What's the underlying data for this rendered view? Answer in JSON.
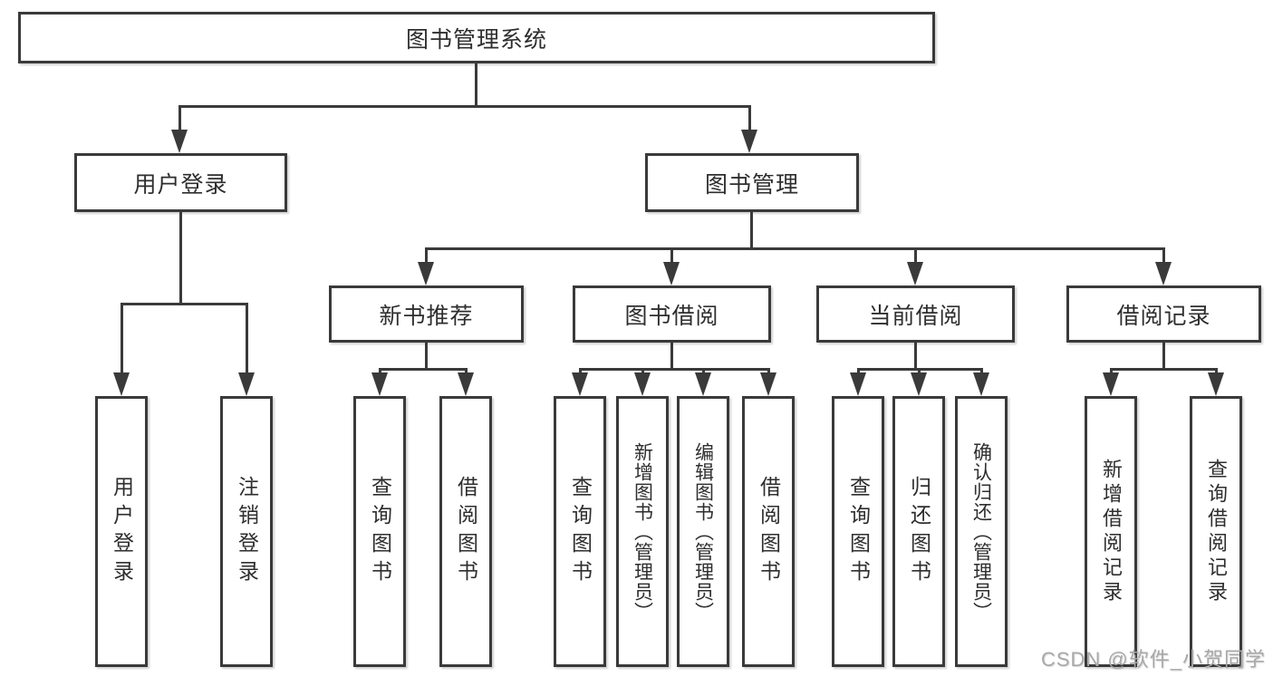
{
  "diagram": {
    "title": "图书管理系统",
    "level2": {
      "userLogin": "用户登录",
      "bookMgmt": "图书管理"
    },
    "level3": {
      "newBookRec": "新书推荐",
      "bookBorrow": "图书借阅",
      "currentBorrow": "当前借阅",
      "borrowRecords": "借阅记录"
    },
    "leaves": {
      "userLogin": "用户登录",
      "logout": "注销登录",
      "nbrQuery": "查询图书",
      "nbrBorrow": "借阅图书",
      "bbQuery": "查询图书",
      "bbAdd": "新增图书（管理员）",
      "bbEdit": "编辑图书（管理员）",
      "bbBorrow": "借阅图书",
      "cbQuery": "查询图书",
      "cbReturn": "归还图书",
      "cbConfirm": "确认归还（管理员）",
      "brAdd": "新增借阅记录",
      "brQuery": "查询借阅记录"
    }
  },
  "watermark": {
    "text": "CSDN @软件_小贺同学"
  },
  "colors": {
    "line": "#3a3a3a",
    "text": "#2e2e2e",
    "background": "#ffffff",
    "watermark": "#a8a8a8"
  }
}
